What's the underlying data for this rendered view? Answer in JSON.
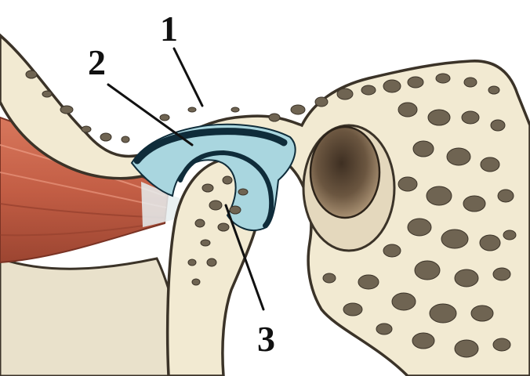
{
  "labels": {
    "label_1": "1",
    "label_2": "2",
    "label_3": "3"
  },
  "colors": {
    "background": "#ffffff",
    "bone_fill": "#f2ead2",
    "bone_outline": "#3b3328",
    "marrow": "#6f6452",
    "muscle": "#c8624a",
    "muscle_dark": "#8e3b2a",
    "disc": "#a9d6df",
    "disc_band": "#0f2c3a",
    "ear_canal": "#5e4a36",
    "leader": "#111111"
  }
}
